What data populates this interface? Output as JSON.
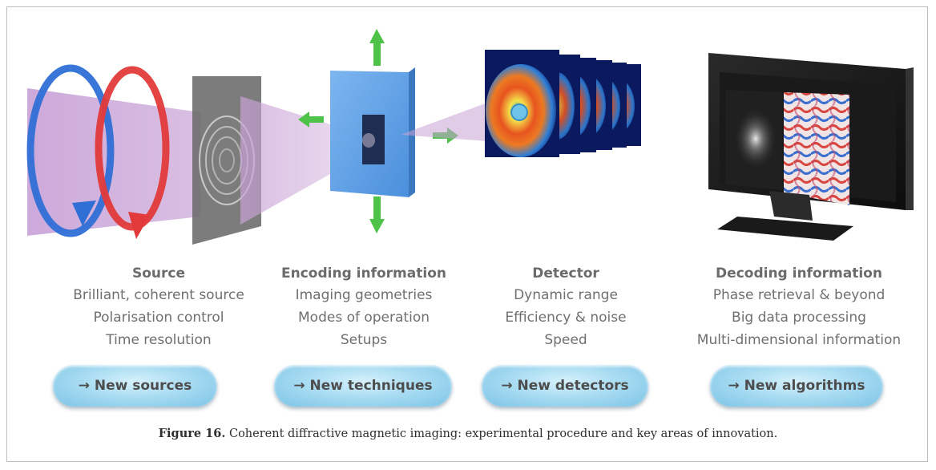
{
  "columns": [
    {
      "heading": "Source",
      "lines": [
        "Brilliant, coherent source",
        "Polarisation control",
        "Time resolution"
      ],
      "button": "→ New sources"
    },
    {
      "heading": "Encoding information",
      "lines": [
        "Imaging geometries",
        "Modes of operation",
        "Setups"
      ],
      "button": "→ New techniques"
    },
    {
      "heading": "Detector",
      "lines": [
        "Dynamic range",
        "Efficiency & noise",
        "Speed"
      ],
      "button": "→ New detectors"
    },
    {
      "heading": "Decoding information",
      "lines": [
        "Phase retrieval & beyond",
        "Big data processing",
        "Multi-dimensional information"
      ],
      "button": "→ New algorithms"
    }
  ],
  "caption": {
    "label": "Figure 16.",
    "text": " Coherent diffractive magnetic imaging: experimental procedure and key areas of innovation."
  },
  "colors": {
    "beam": "#c9a3d6",
    "arrow_green": "#4fc24a",
    "ring_blue": "#2f6fd6",
    "ring_red": "#e23a3a",
    "sample_panel": "#5a9fe6",
    "pill": "#a9dcf2"
  },
  "icons": [
    "circular-polarisation-icon",
    "zone-plate-icon",
    "sample-holder-icon",
    "detector-stack-icon",
    "monitor-icon"
  ]
}
